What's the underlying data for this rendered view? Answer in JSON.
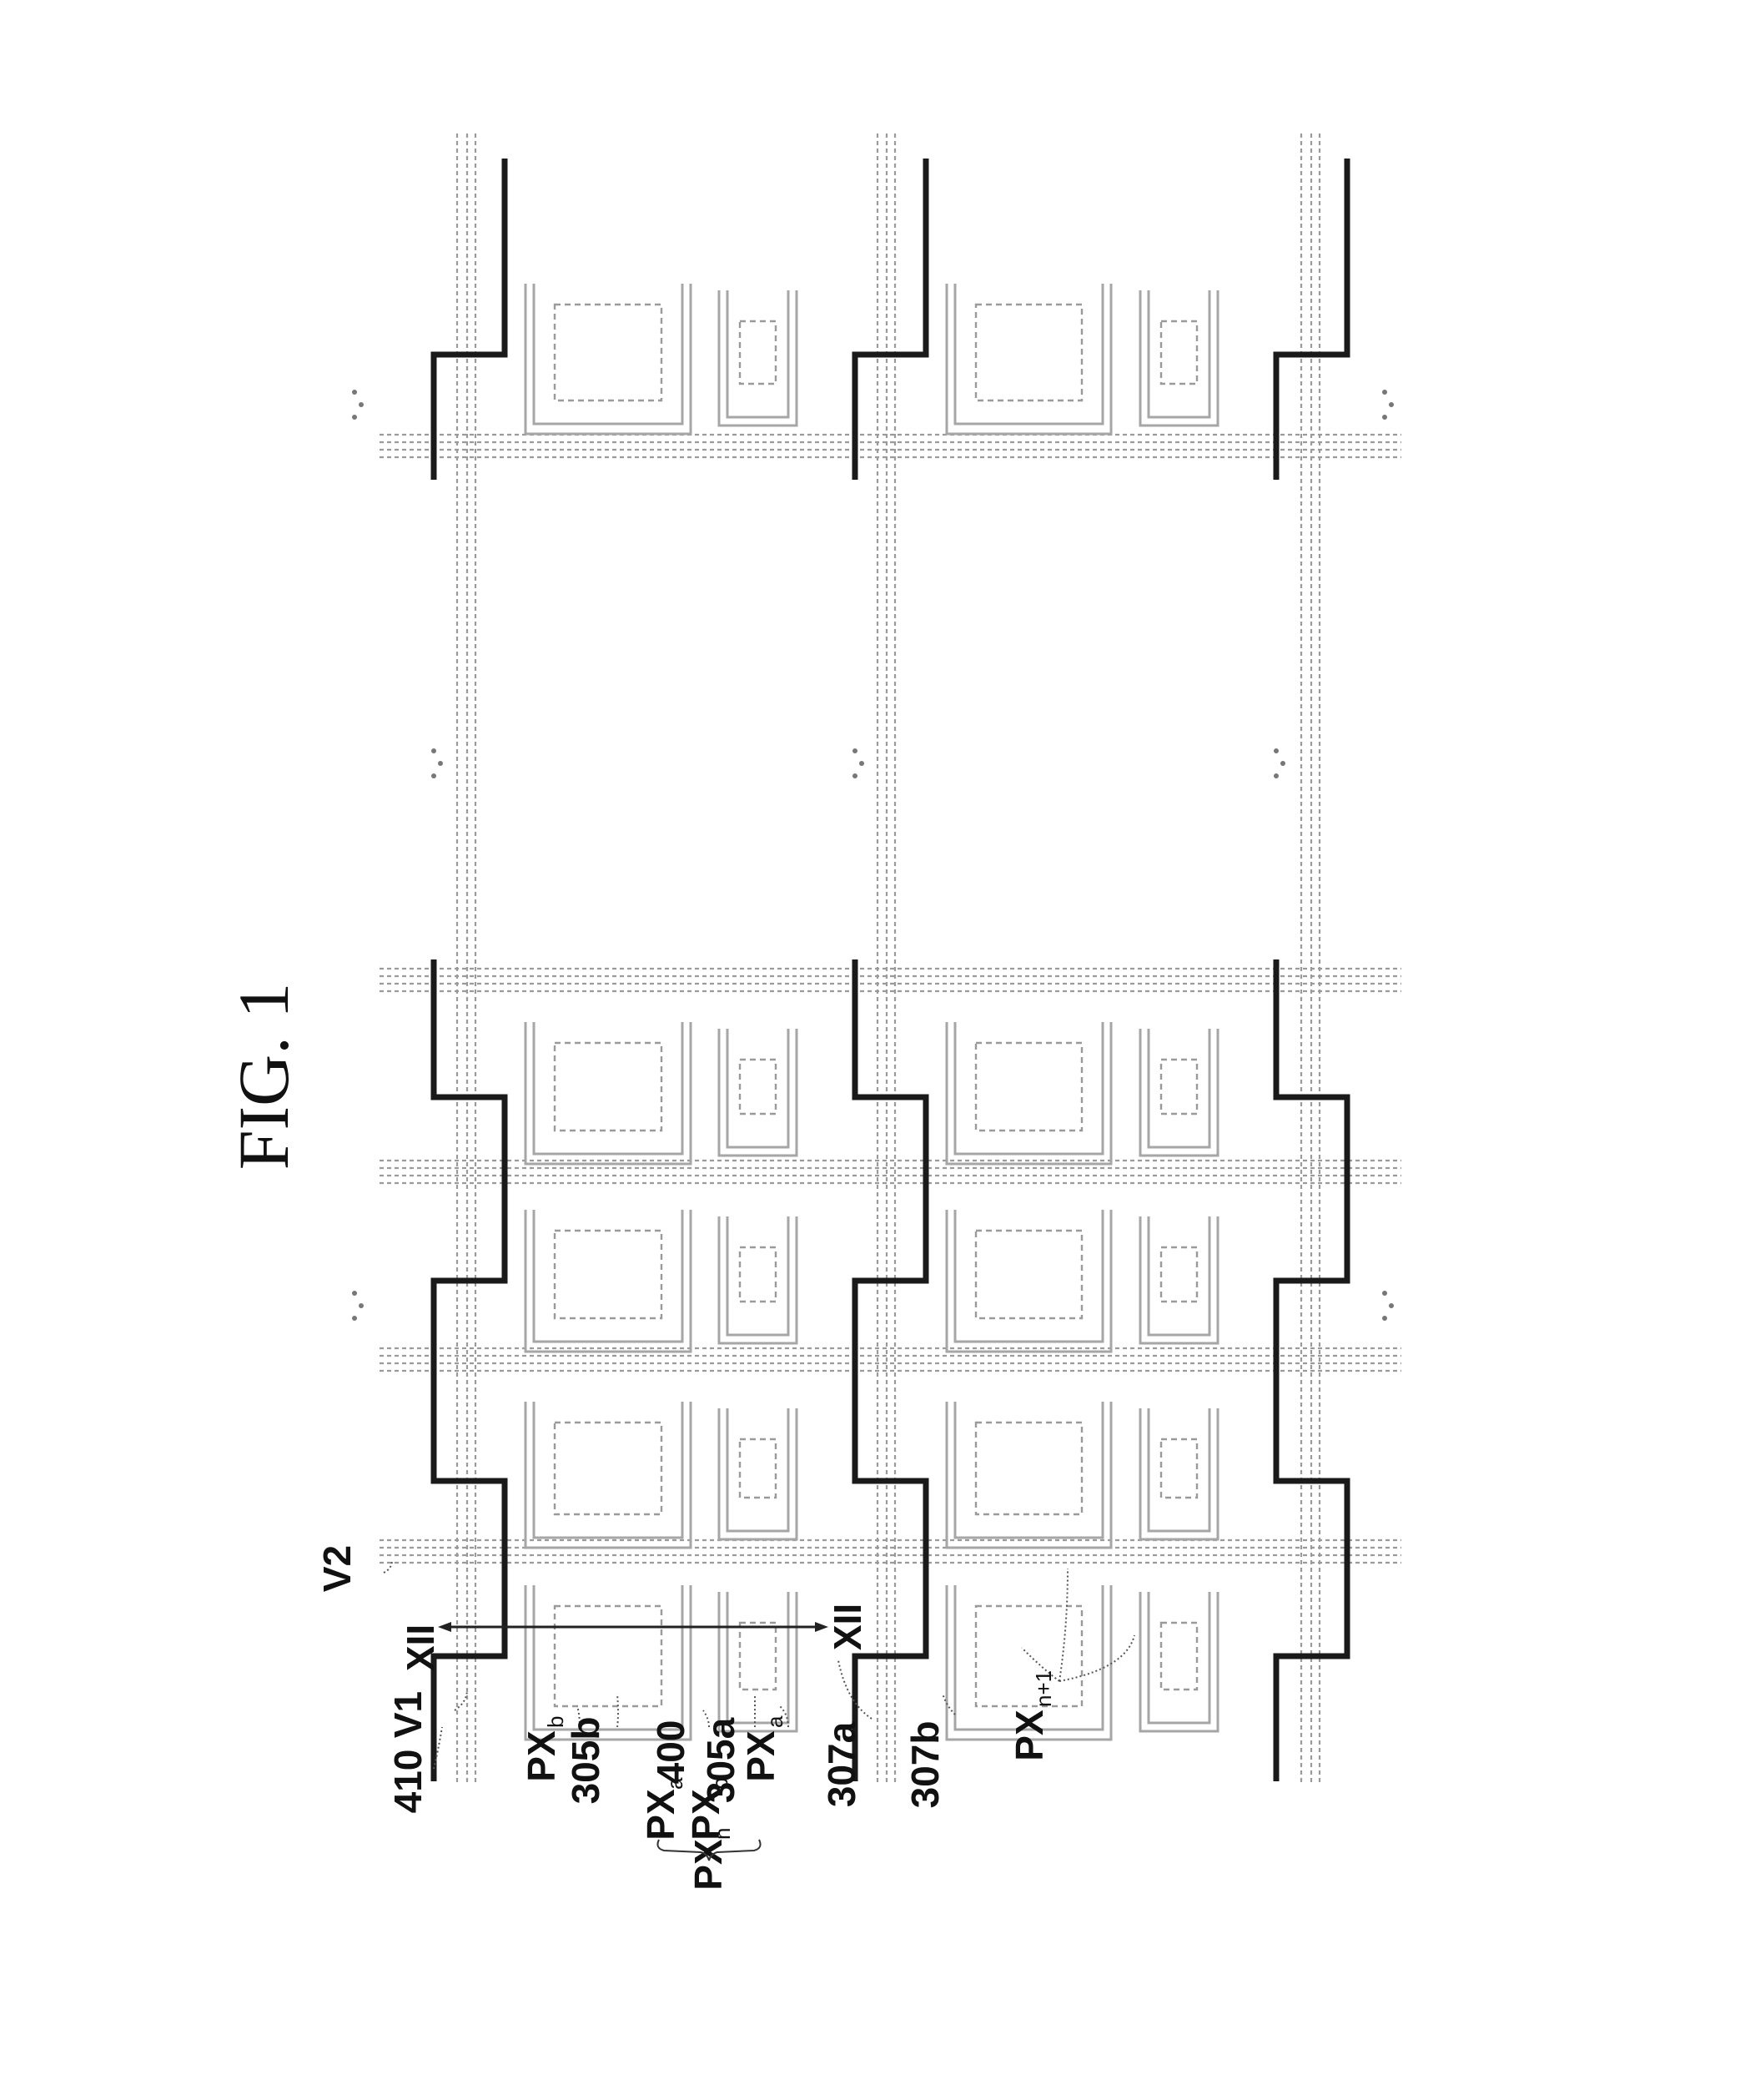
{
  "figure": {
    "title": "FIG. 1"
  },
  "labels": {
    "gate_line": "410",
    "voltage_line_1": "V1",
    "voltage_line_2": "V2",
    "section_mark_top": "XII",
    "section_mark_bottom": "XII",
    "pixel_b_name": "PX",
    "pixel_b_sub": "b",
    "electrode_b": "305b",
    "data_line": "400",
    "electrode_a": "305a",
    "pixel_a_name": "PX",
    "pixel_a_sub": "a",
    "line_307a": "307a",
    "line_307b": "307b",
    "pixel_next_name": "PX",
    "pixel_next_sub": "n+1",
    "pixel_n_name": "PX",
    "pixel_n_sub": "n",
    "legend_pxa_name": "PX",
    "legend_pxa_sub": "a",
    "legend_pxb_name": "PX",
    "legend_pxb_sub": "b"
  }
}
